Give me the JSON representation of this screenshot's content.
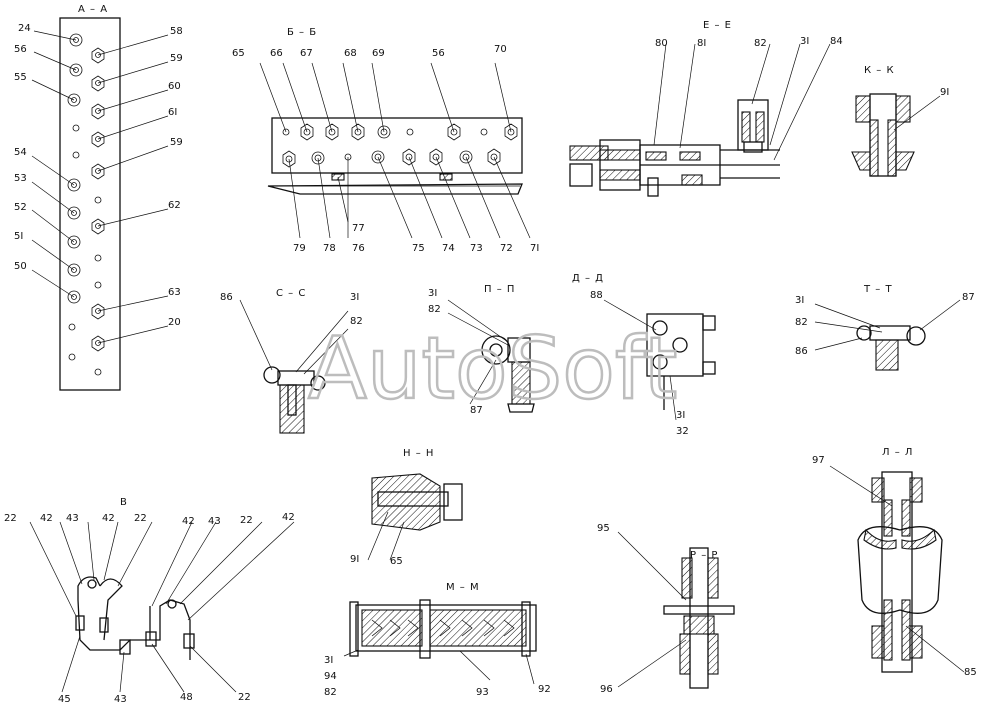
{
  "watermark": "AutoSoft",
  "sections": [
    {
      "id": "aa",
      "title": "А – А"
    },
    {
      "id": "bb",
      "title": "Б – Б"
    },
    {
      "id": "ee",
      "title": "Е – Е"
    },
    {
      "id": "kk",
      "title": "К – К"
    },
    {
      "id": "cc",
      "title": "С – С"
    },
    {
      "id": "pp",
      "title": "П – П"
    },
    {
      "id": "dd",
      "title": "Д – Д"
    },
    {
      "id": "tt",
      "title": "Т – Т"
    },
    {
      "id": "nn",
      "title": "Н – Н"
    },
    {
      "id": "ll",
      "title": "Л – Л"
    },
    {
      "id": "v",
      "title": "В"
    },
    {
      "id": "mm",
      "title": "М – М"
    },
    {
      "id": "rr",
      "title": "Р – Р"
    }
  ],
  "callouts": {
    "aa": [
      "24",
      "56",
      "55",
      "54",
      "53",
      "52",
      "5I",
      "50",
      "58",
      "59",
      "60",
      "6I",
      "59",
      "62",
      "63",
      "20"
    ],
    "bb": [
      "65",
      "66",
      "67",
      "68",
      "69",
      "56",
      "70",
      "79",
      "78",
      "77",
      "76",
      "75",
      "74",
      "73",
      "72",
      "7I"
    ],
    "ee": [
      "80",
      "8I",
      "82",
      "3I",
      "84"
    ],
    "kk": [
      "9I"
    ],
    "cc": [
      "86",
      "3I",
      "82"
    ],
    "pp": [
      "3I",
      "82",
      "87"
    ],
    "dd": [
      "88",
      "3I",
      "32"
    ],
    "tt": [
      "3I",
      "82",
      "86",
      "87"
    ],
    "nn": [
      "9I",
      "65"
    ],
    "ll": [
      "97",
      "85"
    ],
    "v": [
      "22",
      "42",
      "43",
      "42",
      "22",
      "42",
      "43",
      "22",
      "42",
      "45",
      "43",
      "48",
      "22"
    ],
    "mm": [
      "3I",
      "94",
      "82",
      "93",
      "92"
    ],
    "rr": [
      "95",
      "96"
    ]
  }
}
